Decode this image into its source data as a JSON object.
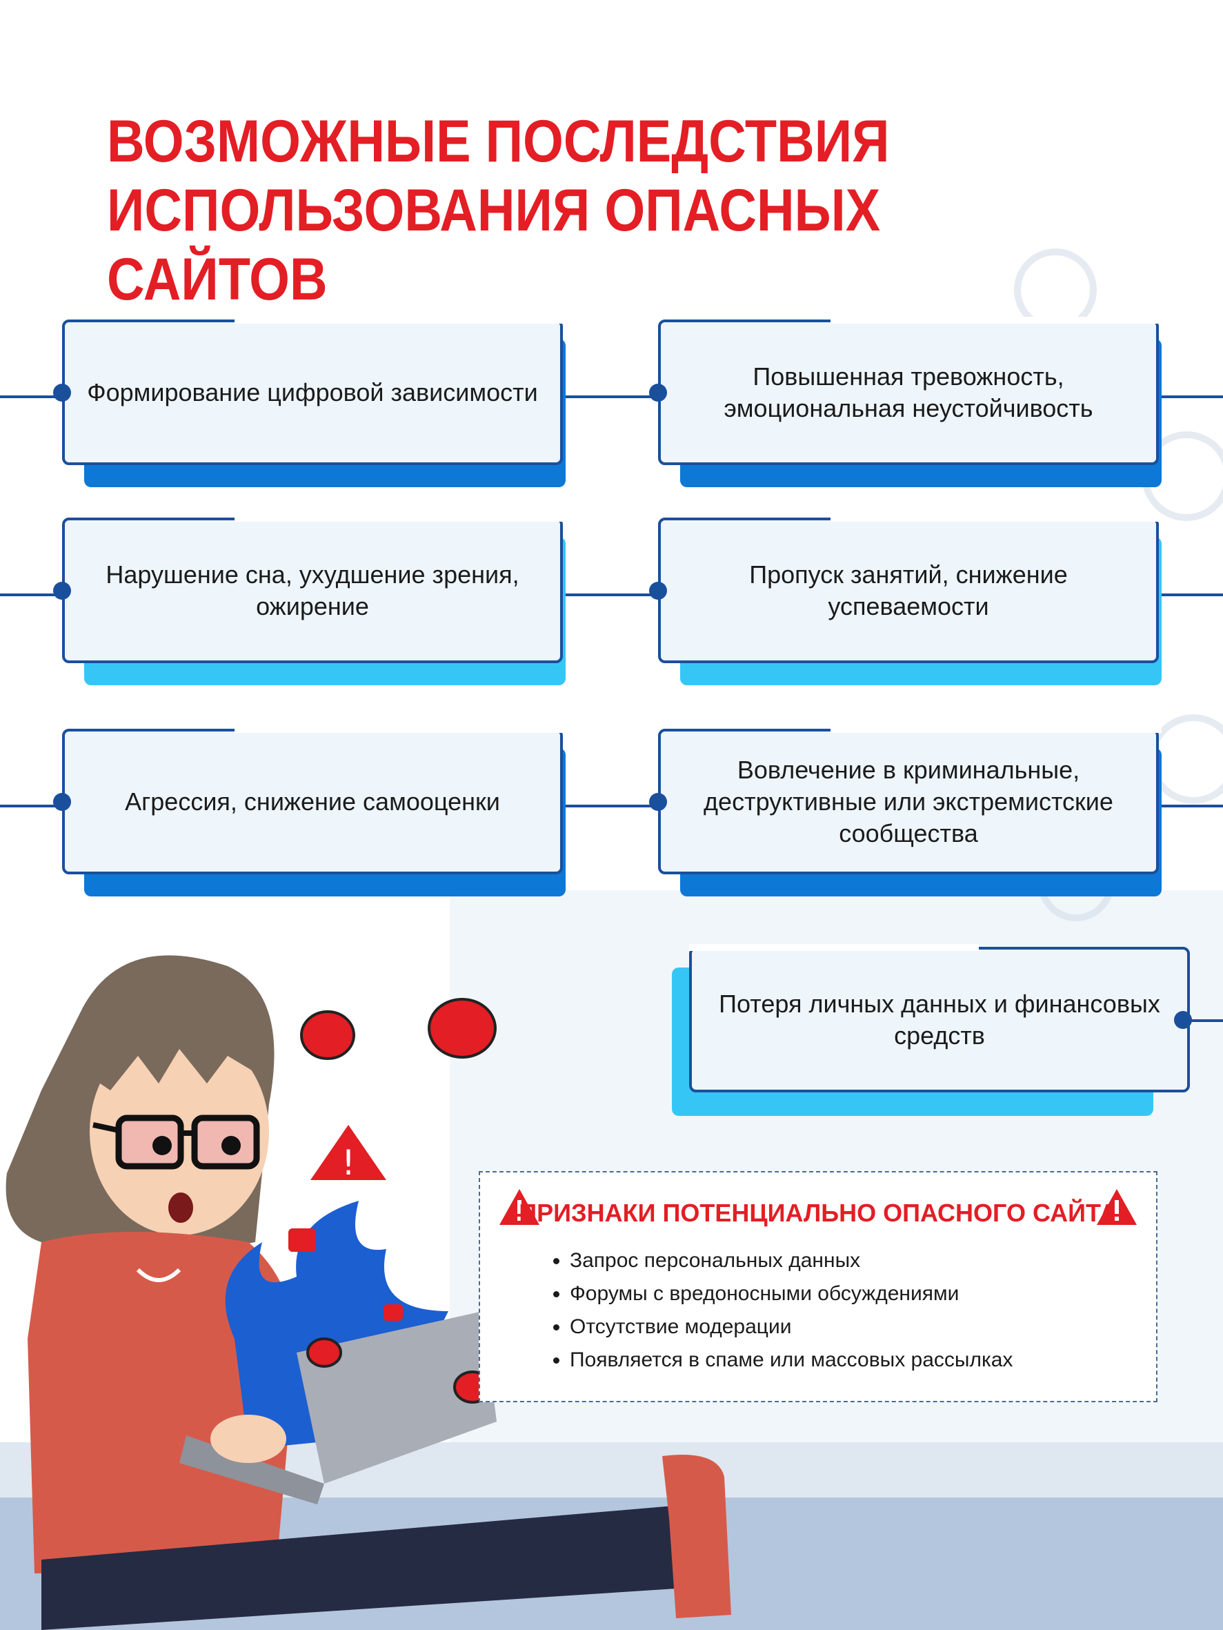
{
  "title": {
    "line1": "ВОЗМОЖНЫЕ ПОСЛЕДСТВИЯ",
    "line2": "ИСПОЛЬЗОВАНИЯ ОПАСНЫХ САЙТОВ"
  },
  "consequences": [
    "Формирование цифровой зависимости",
    "Повышенная тревожность, эмоциональная неустойчивость",
    "Нарушение сна, ухудшение зрения, ожирение",
    "Пропуск занятий, снижение успеваемости",
    "Агрессия, снижение самооценки",
    "Вовлечение в криминальные, деструктивные или экстремистские сообщества",
    "Потеря личных данных и финансовых средств"
  ],
  "signs": {
    "title": "ПРИЗНАКИ ПОТЕНЦИАЛЬНО ОПАСНОГО САЙТА",
    "items": [
      "Запрос персональных данных",
      "Форумы с вредоносными обсуждениями",
      "Отсутствие модерации",
      "Появляется в спаме или массовых рассылках"
    ]
  },
  "colors": {
    "title_red": "#e31e24",
    "card_border": "#1a4f9c",
    "shadow_blue": "#0e78d6",
    "shadow_light": "#36c6f6"
  },
  "icons": [
    "warning-triangle-icon",
    "virus-bug-icon",
    "lock-icon"
  ]
}
